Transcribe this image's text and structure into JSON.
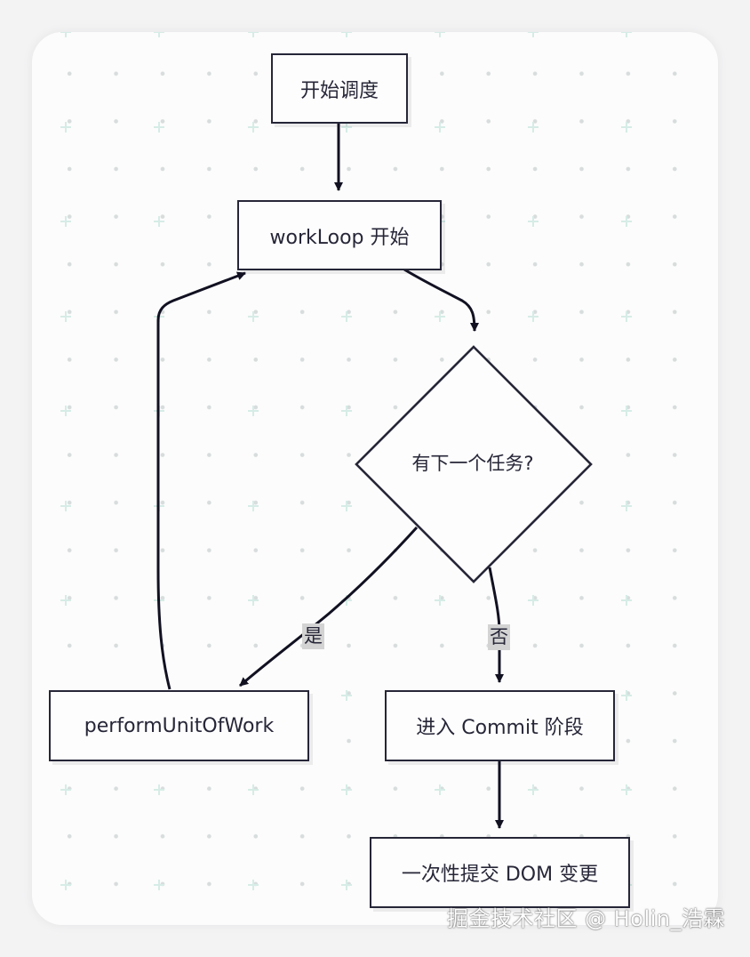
{
  "nodes": {
    "start": "开始调度",
    "workloop": "workLoop 开始",
    "decision": "有下一个任务?",
    "perform": "performUnitOfWork",
    "commit": "进入 Commit 阶段",
    "dom": "一次性提交 DOM 变更"
  },
  "edges": {
    "yes_label": "是",
    "no_label": "否"
  },
  "watermark": "掘金技术社区 @ Holin_浩霖",
  "colors": {
    "stroke": "#262638",
    "background": "#fcfcfc",
    "label_bg": "#d3d3d3",
    "grid_plus": "#d6ece6"
  }
}
